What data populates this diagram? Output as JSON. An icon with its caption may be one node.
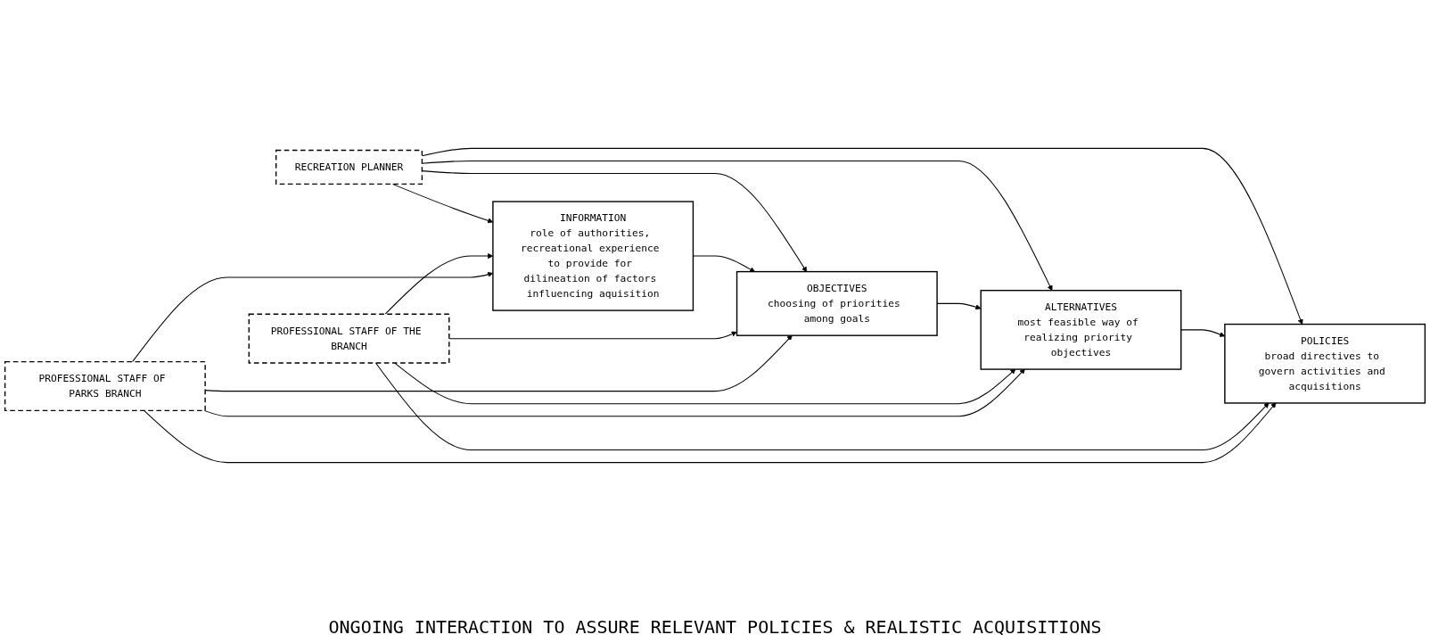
{
  "diagram": {
    "nodes": [
      {
        "text": [
          "RECREATION PLANNER"
        ]
      },
      {
        "text": [
          "INFORMATION",
          "role of authorities, recreational experience to provide for dilineation of factors influencing aquisition"
        ]
      },
      {
        "text": [
          "OBJECTIVES",
          "choosing of priorities among goals"
        ]
      },
      {
        "text": [
          "ALTERNATIVES",
          "most feasible way of realizing priority objectives"
        ]
      },
      {
        "text": [
          "POLICIES",
          "broad directives to govern activities and acquisitions"
        ]
      },
      {
        "text": [
          "PROFESSIONAL STAFF OF THE BRANCH"
        ]
      },
      {
        "text": [
          "PROFESSIONAL STAFF OF PARKS BRANCH"
        ]
      }
    ],
    "edges": [
      {
        "from": 0,
        "to": 1,
        "arrow": "to"
      },
      {
        "from": 0,
        "to": 2,
        "arrow": "to"
      },
      {
        "from": 0,
        "to": 3,
        "arrow": "to"
      },
      {
        "from": 0,
        "to": 4,
        "arrow": "to"
      },
      {
        "from": 1,
        "to": 2,
        "arrow": "to"
      },
      {
        "from": 2,
        "to": 3,
        "arrow": "to"
      },
      {
        "from": 3,
        "to": 4,
        "arrow": "to"
      },
      {
        "from": 5,
        "to": 1,
        "arrow": "to"
      },
      {
        "from": 6,
        "to": 1,
        "arrow": "to"
      },
      {
        "from": 5,
        "to": 2,
        "arrow": "to"
      },
      {
        "from": 5,
        "to": 3,
        "arrow": "to"
      },
      {
        "from": 5,
        "to": 4,
        "arrow": "to"
      },
      {
        "from": 6,
        "to": 2,
        "arrow": "to"
      },
      {
        "from": 6,
        "to": 3,
        "arrow": "to"
      },
      {
        "from": 6,
        "to": 4,
        "arrow": "to"
      }
    ],
    "labels": [
      "ONGOING INTERACTION TO ASSURE RELEVANT POLICIES & REALISTIC ACQUISITIONS"
    ]
  }
}
